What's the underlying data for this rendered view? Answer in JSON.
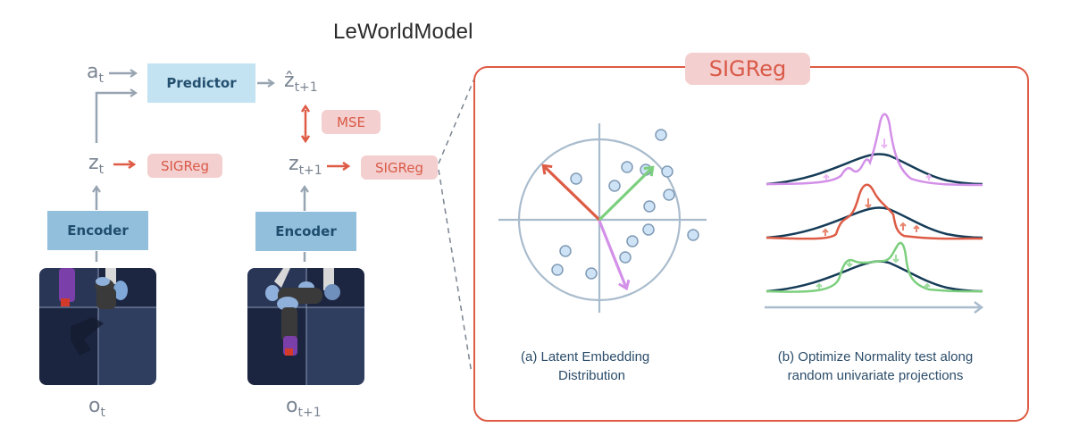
{
  "title": "LeWorldModel",
  "left_diagram": {
    "action_var": {
      "base": "a",
      "sub": "t"
    },
    "predictor_label": "Predictor",
    "predicted_var": {
      "base": "ẑ",
      "sub": "t+1"
    },
    "mse_label": "MSE",
    "latent_t": {
      "base": "z",
      "sub": "t"
    },
    "latent_t1": {
      "base": "z",
      "sub": "t+1"
    },
    "sigreg_label_t": "SIGReg",
    "sigreg_label_t1": "SIGReg",
    "encoder_label_t": "Encoder",
    "encoder_label_t1": "Encoder",
    "obs_t": {
      "base": "o",
      "sub": "t"
    },
    "obs_t1": {
      "base": "o",
      "sub": "t+1"
    }
  },
  "sigreg_panel": {
    "title": "SIGReg",
    "caption_a_line1": "(a)  Latent Embedding",
    "caption_a_line2": "Distribution",
    "caption_b_line1": "(b) Optimize Normality test along",
    "caption_b_line2": "random univariate projections"
  },
  "colors": {
    "accent_red": "#de5b45",
    "pill_bg": "#f4cfcf",
    "predictor_bg": "#c3e3f3",
    "encoder_bg": "#92bfdb",
    "arrow_gray": "#97a4b1",
    "green": "#7ccf7e",
    "purple": "#d390e8",
    "navy_curve": "#163c58",
    "dot_fill": "#cfe3f6",
    "dot_stroke": "#7f9ab5",
    "axis": "#a9bccd"
  }
}
